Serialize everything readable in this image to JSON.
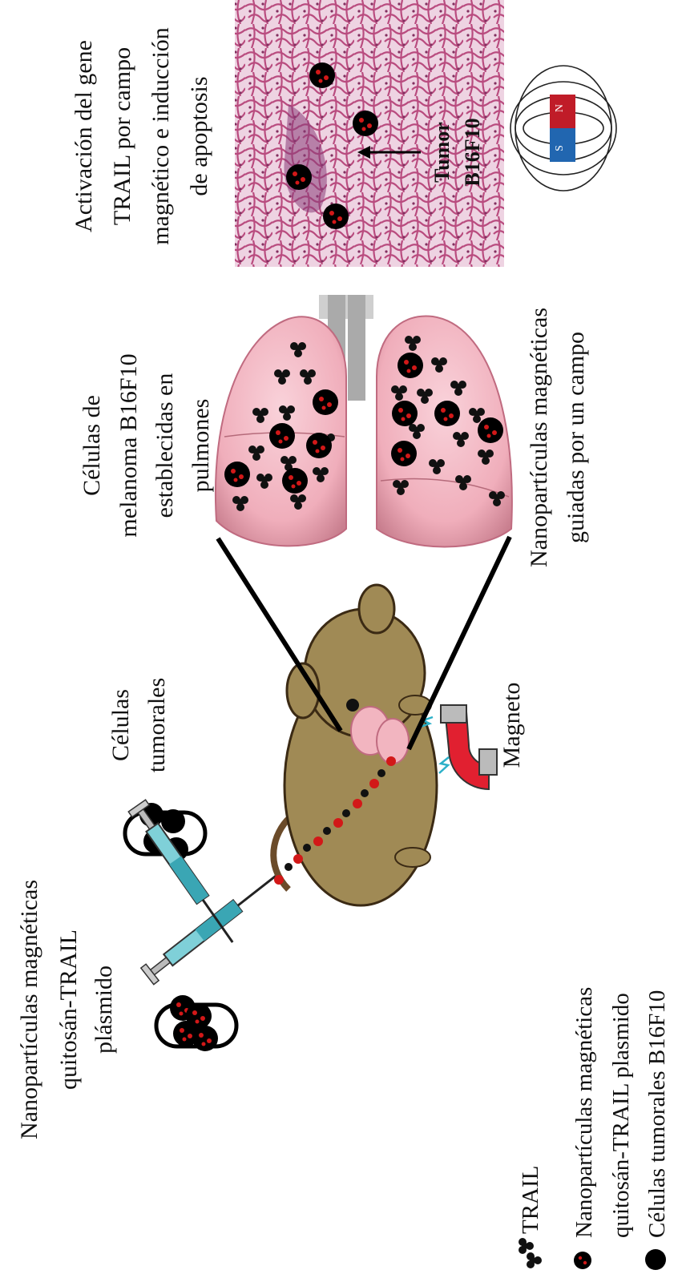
{
  "labels": {
    "nanoparticles_top": [
      "Nanopartículas magnéticas",
      "quitosán-TRAIL",
      "plásmido"
    ],
    "tumor_cells": [
      "Células",
      "tumorales"
    ],
    "magnet": "Magneto",
    "melanoma": [
      "Células de",
      "melanoma B16F10",
      "establecidas en",
      "pulmones"
    ],
    "guided": [
      "Nanopartículas magnéticas",
      "guiadas por un campo"
    ],
    "activation": [
      "Activación del gene",
      "TRAIL por campo",
      "magnético e inducción",
      "de apoptosis"
    ],
    "tumor_arrow": [
      "Tumor",
      "B16F10"
    ],
    "magnet_poles": {
      "north": "N",
      "south": "S"
    }
  },
  "legend": {
    "trail": "TRAIL",
    "nanoparticle": [
      "Nanopartículas magnéticas",
      "quitosán-TRAIL plasmido"
    ],
    "tumor_cell": "Células tumorales B16F10"
  },
  "colors": {
    "lung": "#f2b5c0",
    "lung_dark": "#d98a9a",
    "histology": "#c65a8a",
    "mouse": "#a08a55",
    "particle_red": "#d21818",
    "syringe": "#4fb9c6",
    "magnet_red": "#c01c28",
    "magnet_blue": "#2166b0"
  }
}
